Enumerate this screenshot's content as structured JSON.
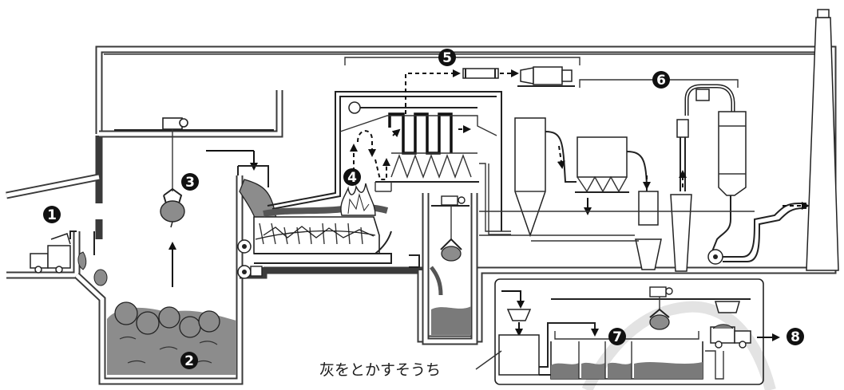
{
  "markers": [
    {
      "id": "1",
      "label": "1"
    },
    {
      "id": "2",
      "label": "2"
    },
    {
      "id": "3",
      "label": "3"
    },
    {
      "id": "4",
      "label": "4"
    },
    {
      "id": "5",
      "label": "5"
    },
    {
      "id": "6",
      "label": "6"
    },
    {
      "id": "7",
      "label": "7"
    },
    {
      "id": "8",
      "label": "8"
    }
  ],
  "callout": {
    "text": "灰をとかすそうち"
  },
  "colors": {
    "outline": "#3a3a3a",
    "marker": "#111111",
    "garbage_fill": "#8c8c8c",
    "ash_fill": "#7a7a7a",
    "accent_curve": "#e3e3e3"
  }
}
